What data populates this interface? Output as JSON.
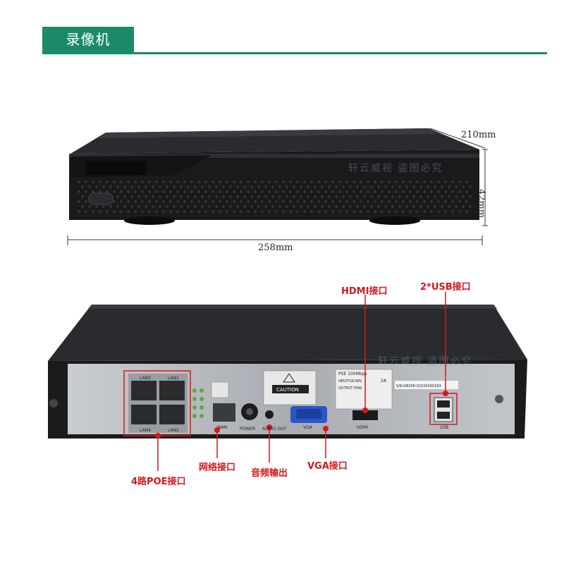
{
  "title": "录像机",
  "dimensions": {
    "depth": "210mm",
    "height": "42mm",
    "width": "258mm"
  },
  "callouts": {
    "hdmi": "HDMI接口",
    "usb": "2*USB接口",
    "poe": "4路POE接口",
    "network": "网络接口",
    "audio": "音频输出",
    "vga": "VGA接口"
  },
  "panel_labels": {
    "lan3": "LAN3",
    "lan1": "LAN1",
    "lan4": "LAN4",
    "lan2": "LAN2",
    "wan": "WAN",
    "power": "POWER",
    "audio_out": "AUDIO OUT",
    "vga": "VGA",
    "hdmi": "HDMI",
    "usb": "USB",
    "caution": "CAUTION",
    "pse": "PSE 100Mbps",
    "input": "INPUT:DC48V",
    "amps": "2A",
    "output_pins": "OUTPUT PINS",
    "serial": "S/N:D8208-32104160193"
  },
  "watermark": "轩云威视 盗图必究",
  "colors": {
    "accent": "#1b8a6b",
    "callout_red": "#d8161b",
    "device_dark": "#1a1a1c"
  }
}
